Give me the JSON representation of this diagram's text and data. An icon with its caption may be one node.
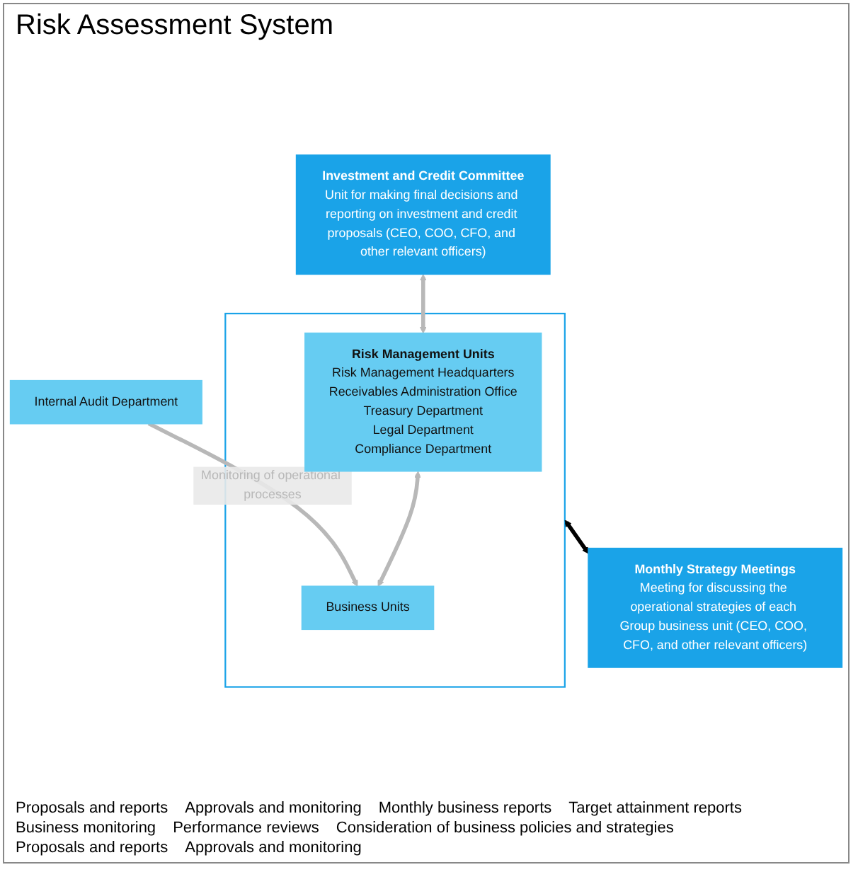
{
  "diagram": {
    "title": "Risk Assessment System",
    "nodes": [
      {
        "text": [
          "Investment and Credit Committee",
          "Unit for making final decisions and reporting on investment and credit proposals (CEO, COO, CFO, and other relevant officers)"
        ]
      },
      {
        "text": [
          "Monthly Strategy Meetings",
          "Meeting for discussing the operational strategies of each Group business unit (CEO, COO, CFO, and other relevant officers)"
        ]
      },
      {
        "text": [],
        "shape": "box"
      },
      {
        "text": [
          "Risk Management Units",
          "Risk Management Headquarters",
          "Receivables Administration Office",
          "Treasury Department",
          "Legal Department",
          "Compliance Department"
        ],
        "in": 2
      },
      {
        "text": [
          "Business Units"
        ],
        "in": 2
      },
      {
        "text": [
          "Internal Audit Department"
        ]
      }
    ],
    "edges": [
      {
        "from": 0,
        "to": 3,
        "arrow": "both"
      },
      {
        "from": 3,
        "to": 4,
        "arrow": "both"
      },
      {
        "from": 5,
        "to": 4,
        "arrow": "to",
        "label": "Monitoring of operational processes"
      },
      {
        "from": 2,
        "to": 1,
        "arrow": "both",
        "color": "#000000"
      }
    ],
    "labels": [
      "Proposals and reports",
      "Approvals and monitoring",
      "Monthly business reports",
      "Target attainment reports",
      "Business monitoring",
      "Performance reviews",
      "Consideration of business policies and strategies",
      "Proposals and reports",
      "Approvals and monitoring"
    ]
  }
}
